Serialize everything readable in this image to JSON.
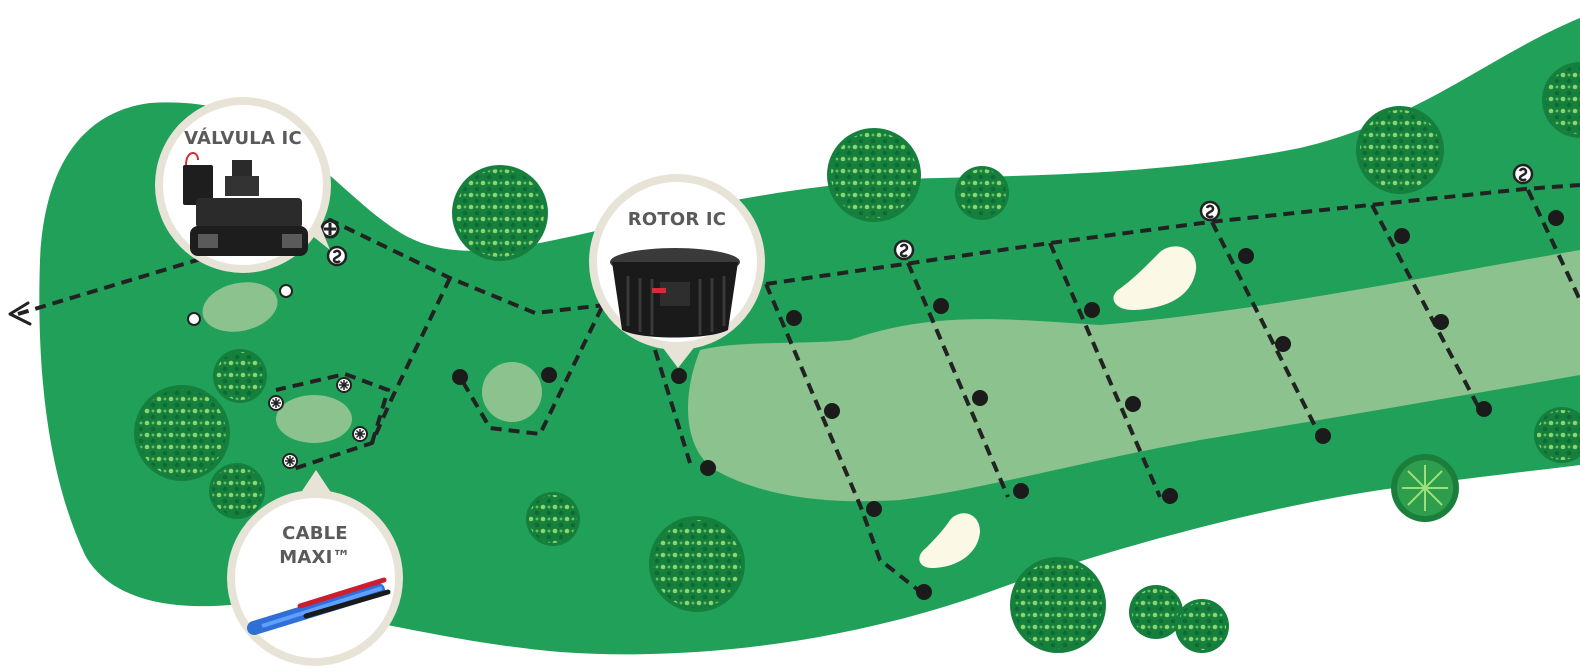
{
  "callouts": {
    "valve": {
      "label": "VÁLVULA IC"
    },
    "rotor": {
      "label": "ROTOR IC"
    },
    "cable": {
      "label_line1": "CABLE",
      "label_line2": "MAXI™"
    }
  },
  "colors": {
    "background": "#ffffff",
    "rough": "#21a05a",
    "fairway": "#8bc28d",
    "bunker": "#fbf8e6",
    "tree_dark": "#15803d",
    "tree_light": "#8fd36a",
    "callout_ring": "#e7e3d6",
    "line": "#222222"
  },
  "icons": {
    "decoder": "decoder-icon",
    "rotor_head": "rotor-head-icon",
    "spray_head": "spray-head-icon",
    "valve_marker": "valve-marker-icon",
    "arrow": "arrow-left-icon"
  }
}
